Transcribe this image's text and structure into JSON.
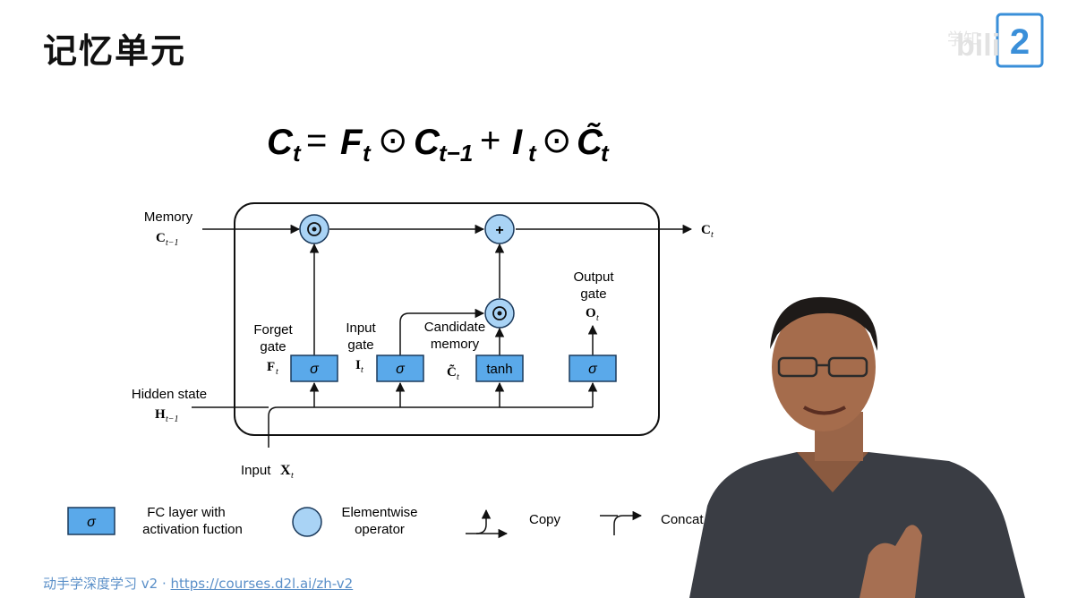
{
  "slide": {
    "title": "记忆单元"
  },
  "equation": {
    "lhs": "C",
    "lhs_sub": "t",
    "eq": "=",
    "f": "F",
    "f_sub": "t",
    "odot1": "⊙",
    "c_prev": "C",
    "c_prev_sub": "t−1",
    "plus": "+",
    "i": "I",
    "i_sub": "t",
    "odot2": "⊙",
    "ctilde": "C̃",
    "ctilde_sub": "t"
  },
  "diagram": {
    "memory_label": "Memory",
    "memory_var": "C",
    "memory_var_sub": "t−1",
    "output_var": "C",
    "output_var_sub": "t",
    "odot_symbol": "⊙",
    "plus_symbol": "+",
    "forget_line1": "Forget",
    "forget_line2": "gate",
    "forget_var": "F",
    "forget_var_sub": "t",
    "input_gate_line1": "Input",
    "input_gate_line2": "gate",
    "input_gate_var": "I",
    "input_gate_var_sub": "t",
    "candidate_line1": "Candidate",
    "candidate_line2": "memory",
    "candidate_var": "C̃",
    "candidate_var_sub": "t",
    "output_gate_line1": "Output",
    "output_gate_line2": "gate",
    "output_gate_var": "O",
    "output_gate_var_sub": "t",
    "sigma": "σ",
    "tanh": "tanh",
    "hidden_label": "Hidden state",
    "hidden_var": "H",
    "hidden_var_sub": "t−1",
    "input_label": "Input",
    "input_var": "X",
    "input_var_sub": "t"
  },
  "legend": {
    "fc_symbol": "σ",
    "fc_line1": "FC layer with",
    "fc_line2": "activation fuction",
    "elem_line1": "Elementwise",
    "elem_line2": "operator",
    "copy": "Copy",
    "concat": "Concat"
  },
  "footer": {
    "course": "动手学深度学习 v2 · ",
    "url": "https://courses.d2l.ai/zh-v2"
  },
  "watermark": "学知",
  "colors": {
    "box_fill": "#5aa9ea",
    "box_stroke": "#1b3a5c",
    "circle_fill": "#a9d3f5",
    "footer": "#5a8fc8",
    "brand": "#3a8fd9"
  }
}
